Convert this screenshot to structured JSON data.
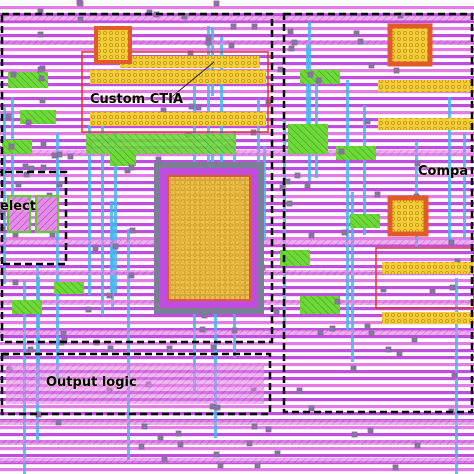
{
  "figure": {
    "blocks": [
      {
        "id": "ctia",
        "label": "Custom CTIA"
      },
      {
        "id": "comparator",
        "label": "Compa"
      },
      {
        "id": "select",
        "label": "elect"
      },
      {
        "id": "output",
        "label": "Output logic"
      }
    ]
  },
  "colors": {
    "background": "#ffffff",
    "metal1": "#c04de0",
    "metal2": "#e47ce6",
    "metal3": "#45b6f0",
    "poly": "#5ad12a",
    "diffusion": "#f5d54a",
    "nwell": "#e0352a",
    "contact": "#7a7f95",
    "via": "#9a5db3",
    "boundary": "#000000"
  }
}
